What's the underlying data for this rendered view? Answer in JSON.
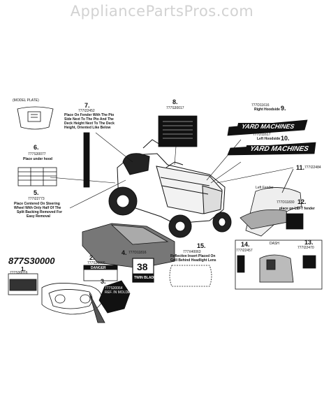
{
  "watermark": "AppliancePartsPros.com",
  "model_plate": "(MODEL PLATE)",
  "callouts": {
    "n1": "1.",
    "n1_part": "777S30016",
    "n2": "2.",
    "n2_part": "777S30000",
    "n3": "3.",
    "n3_part": "777S30064",
    "n3_text": "REF. IN MOLDED AREA",
    "n4": "4.",
    "n4_part": "777D11816",
    "n5": "5.",
    "n5_part": "777I22773",
    "n5_text": [
      "Place Centered On Steering",
      "Wheel With Only Half Of The",
      "Split Backing Removed For",
      "Easy Removal"
    ],
    "n6": "6.",
    "n6_part": "777S30077",
    "n6_text": "Place under hood",
    "n7": "7.",
    "n7_part": "777I22452",
    "n7_text": [
      "Place On Fender With The Pto",
      "Side Next To The Pto And The",
      "Deck Height Next To The Deck",
      "Height, Oriented Like Below"
    ],
    "n8": "8.",
    "n8_part": "777S30017",
    "n9": "9.",
    "n9_part": "777D11616",
    "n9_text": "Right Hoodside",
    "n10": "10.",
    "n10_part": "777D11617",
    "n10_text": "Left Hoodside",
    "n11": "11.",
    "n11_part": "777I22484",
    "n12": "12.",
    "n12_part": "777D11830",
    "n12_text": "place on LEFT fender",
    "n13": "13.",
    "n13_part": "777I22470",
    "n14": "14.",
    "n14_part": "777I22457",
    "n15": "15.",
    "n15_part": "777X40063",
    "n15_text": [
      "Reflective Insert Placed On",
      "Grill Behind Headlight Lens"
    ]
  },
  "kit_part": "877S30000",
  "brand": "YARD MACHINES",
  "decal_38": "38",
  "twin_blade": "TWIN BLADE",
  "danger": "DANGER",
  "left_fender": "Left Fender",
  "dash": "DASH"
}
